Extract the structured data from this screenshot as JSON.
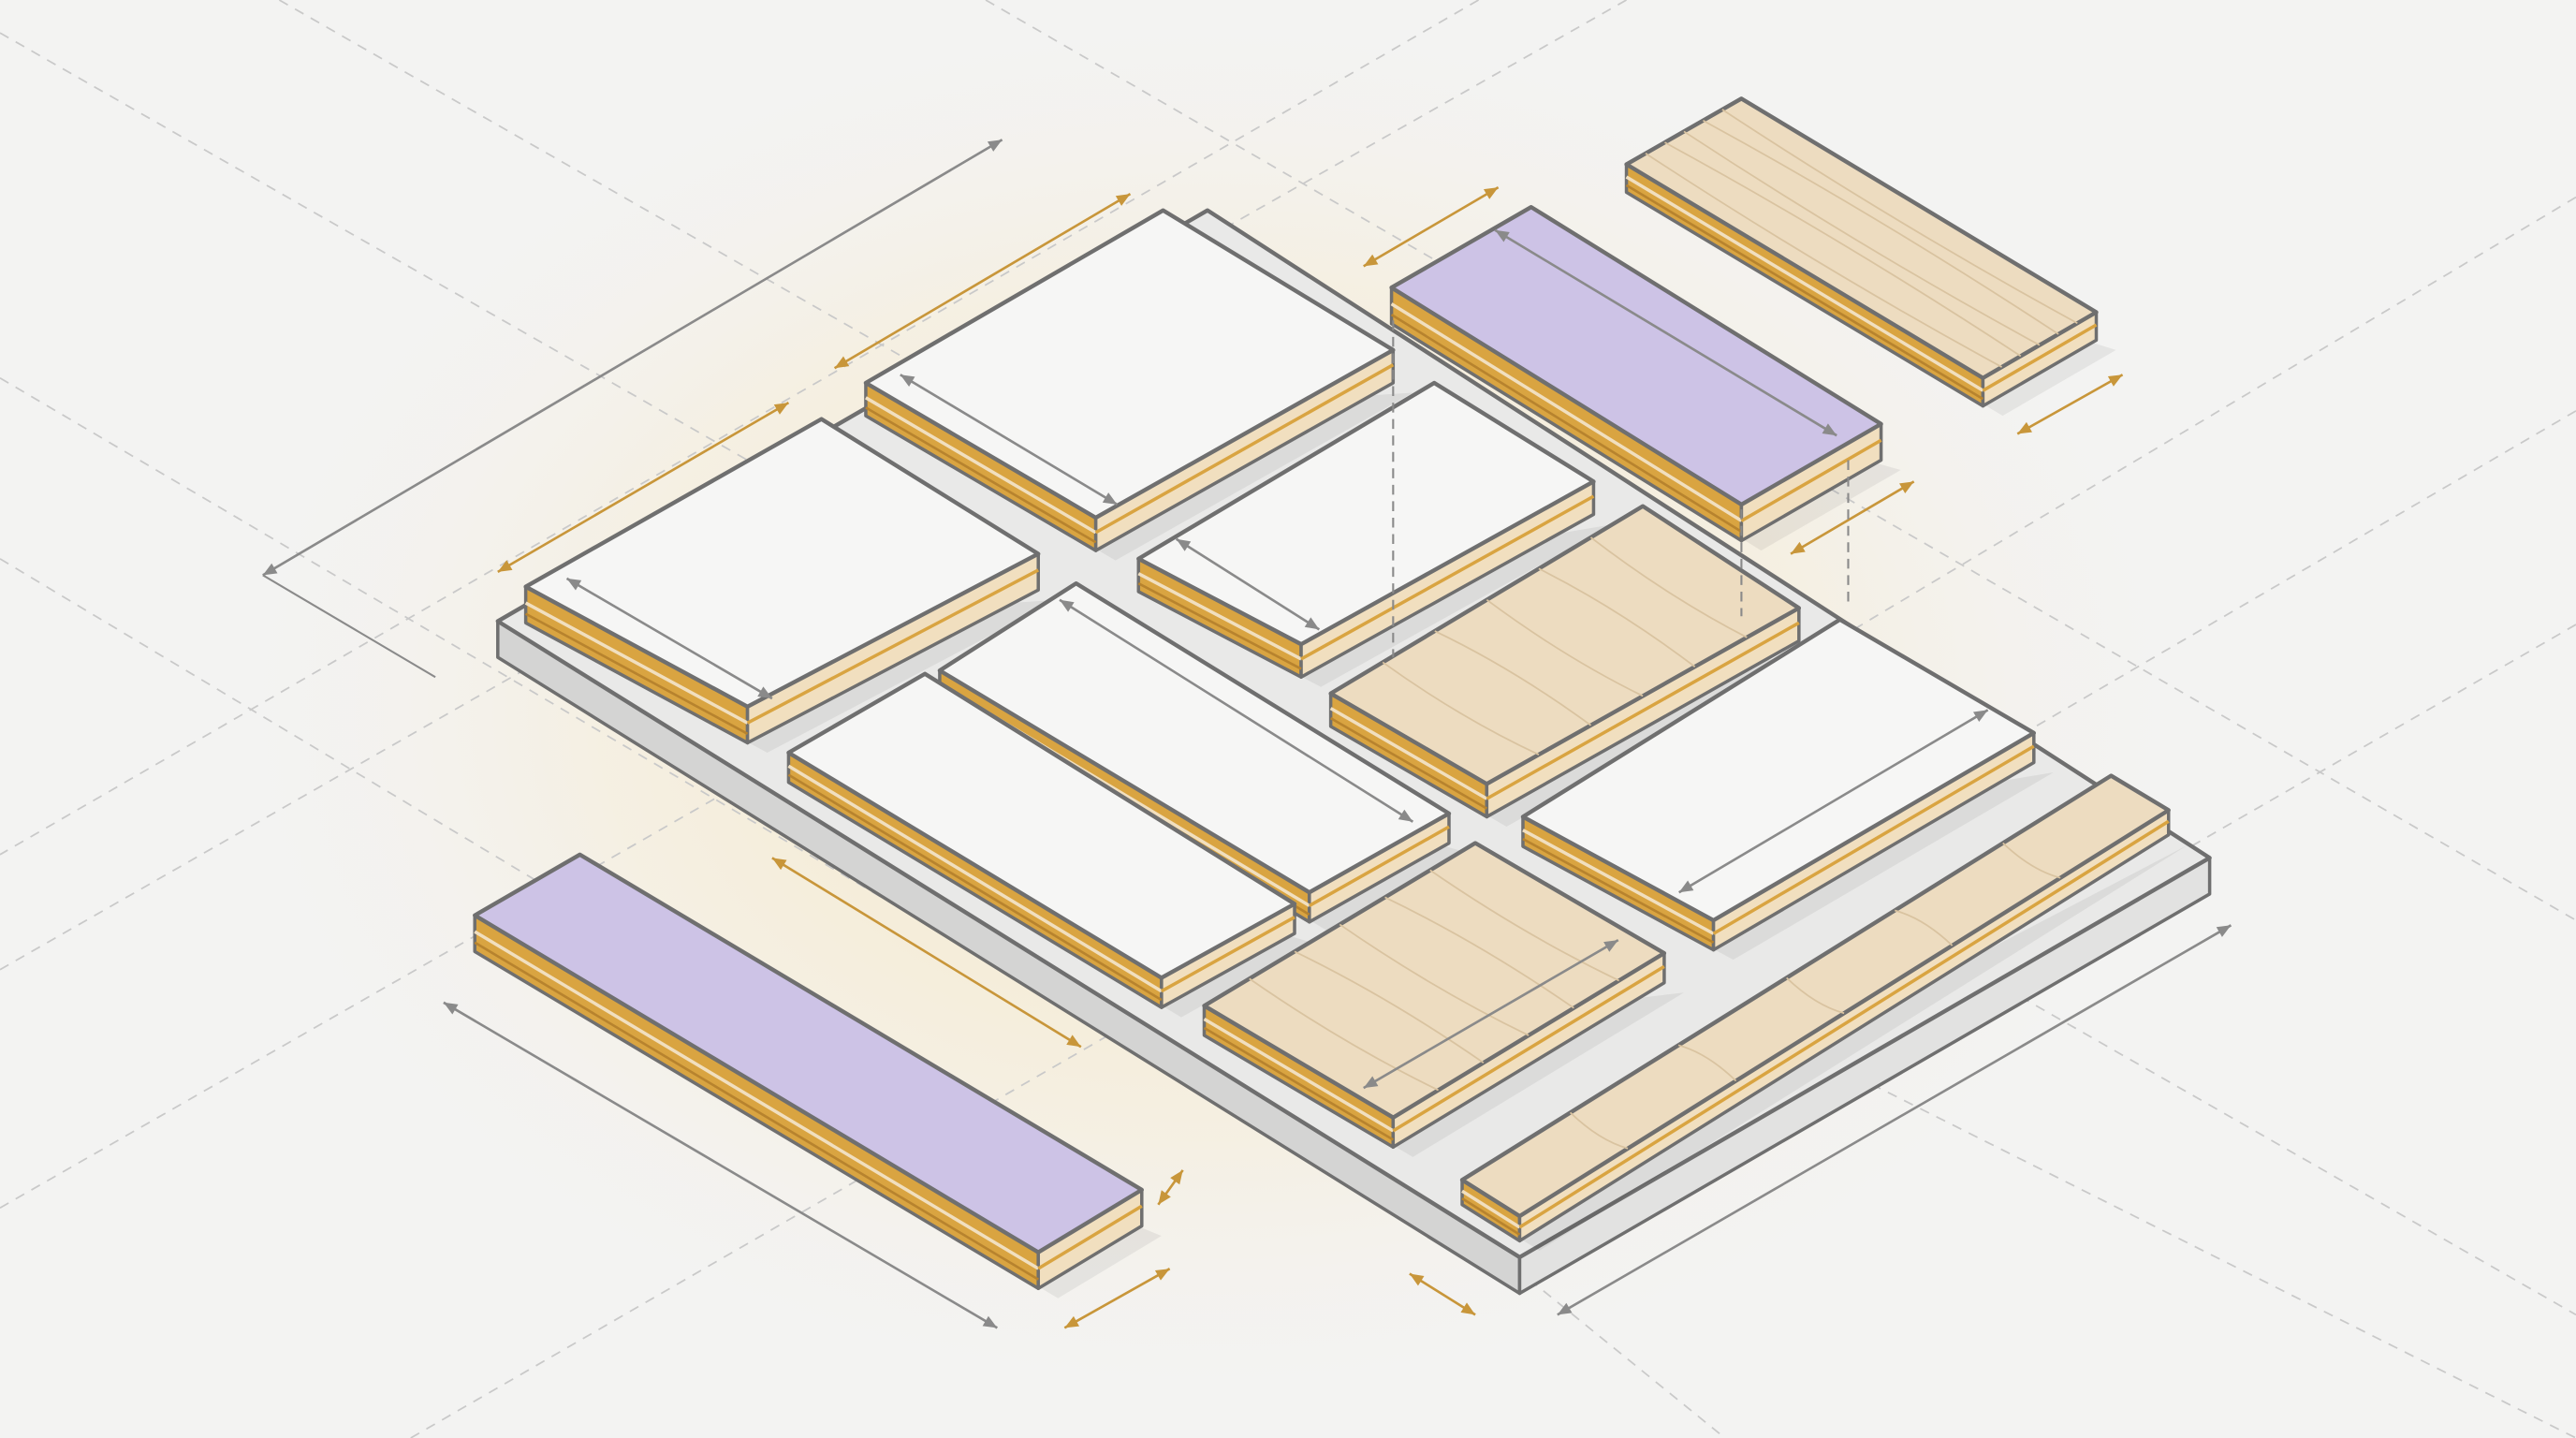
{
  "colors": {
    "background": "#f3f3f2",
    "glow": "#f5e3b8",
    "outline": "#6f6f6f",
    "white_top": "#f6f6f5",
    "wood_top": "#eddcc0",
    "wood_grain": "#d9c3a0",
    "purple_top": "#cdc3e6",
    "edge_gold": "#d9a441",
    "edge_cream": "#f1dfbf",
    "base_top": "#e9e9e8",
    "base_side": "#d4d4d3",
    "dimension_gray": "#8a8a8a",
    "dimension_gold": "#c8963a",
    "guide_dash": "#c9c9c9"
  },
  "panels": [
    {
      "material": "base"
    },
    {
      "material": "wood"
    },
    {
      "material": "purple"
    },
    {
      "material": "white"
    },
    {
      "material": "white"
    },
    {
      "material": "white"
    },
    {
      "material": "wood"
    },
    {
      "material": "white"
    },
    {
      "material": "white"
    },
    {
      "material": "white"
    },
    {
      "material": "wood"
    },
    {
      "material": "wood"
    },
    {
      "material": "purple"
    }
  ]
}
